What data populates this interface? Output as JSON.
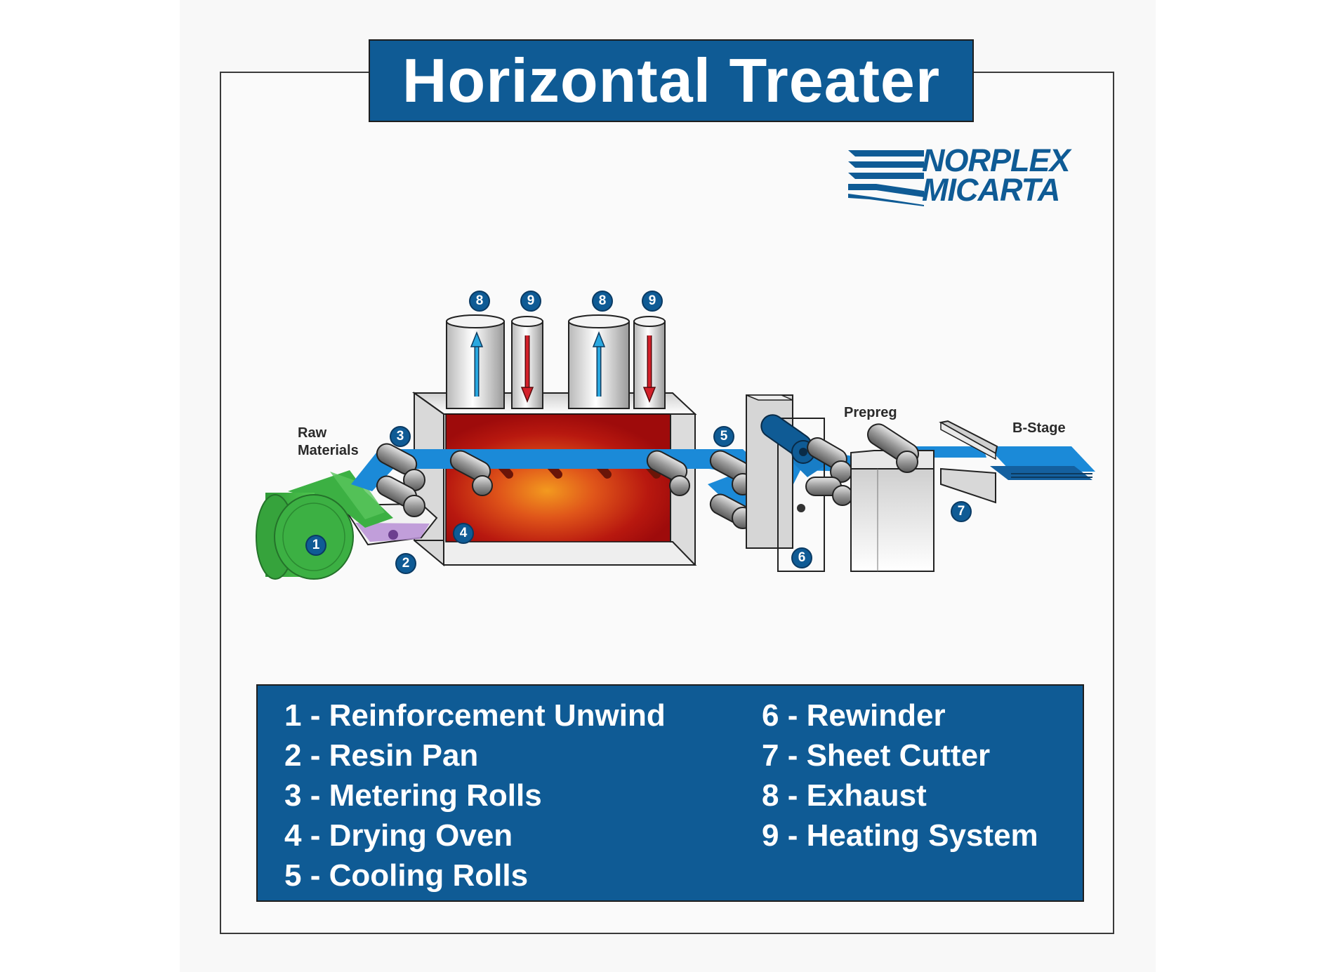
{
  "title": "Horizontal Treater",
  "brand": {
    "line1": "NORPLEX",
    "line2": "MICARTA",
    "logo_icon": "stripes-logo-icon",
    "color": "#0f5b95"
  },
  "colors": {
    "accent_blue": "#0f5b95",
    "web_blue": "#1b8ad8",
    "unwind_green": "#3cb043",
    "resin_purple": "#b98fd6",
    "oven_red": "#9e0b0b",
    "oven_glow": "#f0801e",
    "exhaust_arrow": "#2aa8e0",
    "heat_arrow": "#d3202a"
  },
  "labels": {
    "raw_materials_line1": "Raw",
    "raw_materials_line2": "Materials",
    "prepreg": "Prepreg",
    "b_stage": "B-Stage"
  },
  "markers": {
    "exhaust_1": "8",
    "heating_1": "9",
    "exhaust_2": "8",
    "heating_2": "9",
    "metering": "3",
    "cooling": "5",
    "oven": "4",
    "unwind": "1",
    "resin": "2",
    "rewinder": "6",
    "cutter": "7"
  },
  "legend": {
    "left": [
      "1 - Reinforcement Unwind",
      "2 - Resin Pan",
      "3 - Metering Rolls",
      "4 - Drying Oven",
      "5 - Cooling Rolls"
    ],
    "right": [
      "6 - Rewinder",
      "7 - Sheet Cutter",
      "8 - Exhaust",
      "9 - Heating System"
    ]
  }
}
